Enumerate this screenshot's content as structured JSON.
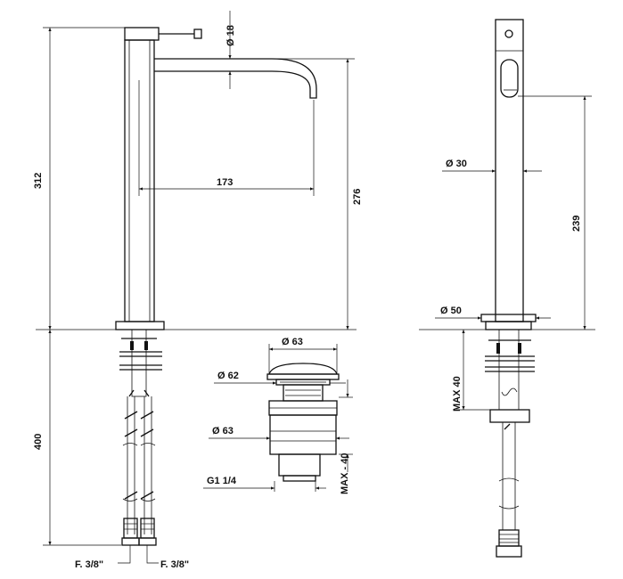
{
  "drawing": {
    "dimensions": {
      "d18": "Ø 18",
      "v312": "312",
      "h173": "173",
      "v276": "276",
      "v400": "400",
      "f38_left": "F. 3/8\"",
      "f38_right": "F. 3/8\"",
      "d63_top": "Ø 63",
      "d62": "Ø 62",
      "d63_mid": "Ø 63",
      "g114": "G1 1/4",
      "max40_waste": "MAX - 40",
      "d30": "Ø 30",
      "v239": "239",
      "d50": "Ø 50",
      "max40_side": "MAX 40"
    }
  }
}
